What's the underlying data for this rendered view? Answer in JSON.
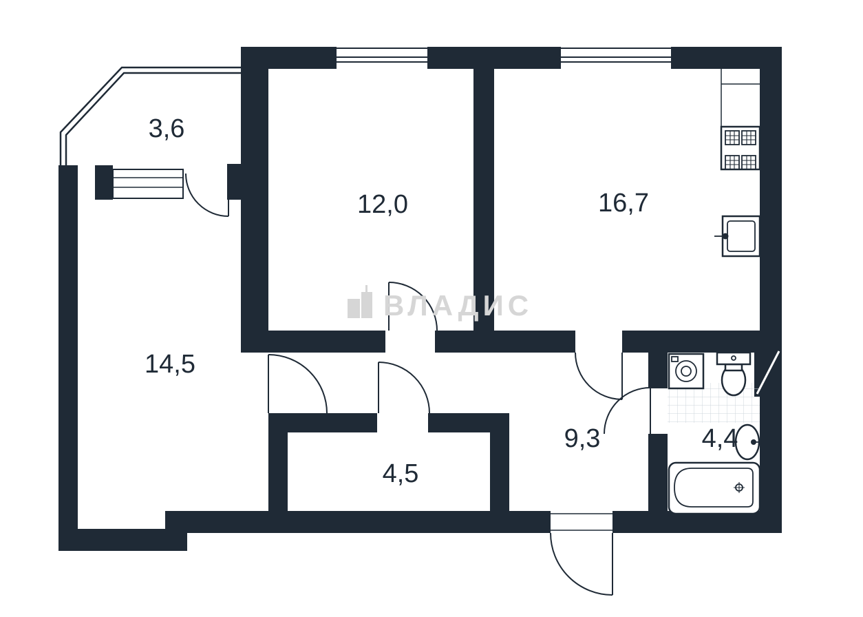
{
  "colors": {
    "wall": "#1f2a36",
    "watermark": "#d6d6d6",
    "tile": "#cdd5db",
    "background": "#ffffff"
  },
  "watermark": {
    "text": "ВЛАДИС",
    "icon": "building-icon"
  },
  "rooms": [
    {
      "id": "balcony",
      "area": "3,6"
    },
    {
      "id": "bedroom",
      "area": "12,0"
    },
    {
      "id": "kitchen-living-room",
      "area": "16,7"
    },
    {
      "id": "living-room",
      "area": "14,5"
    },
    {
      "id": "hallway",
      "area": "9,3"
    },
    {
      "id": "bathroom",
      "area": "4,4"
    },
    {
      "id": "storage-room",
      "area": "4,5"
    }
  ],
  "fixtures": [
    "stove-icon",
    "kitchen-sink-icon",
    "washing-machine-icon",
    "toilet-icon",
    "bathroom-sink-icon",
    "bathtub-icon",
    "ventilation-shaft"
  ]
}
